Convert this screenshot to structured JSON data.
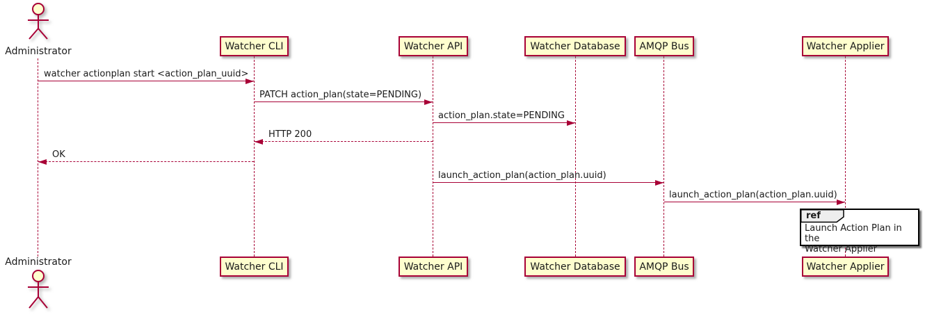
{
  "diagram": {
    "type": "uml-sequence",
    "colors": {
      "accent": "#A80036",
      "participant_fill": "#FEFECE",
      "ref_header_fill": "#EEEEEE",
      "ref_border": "#000000",
      "text": "#1a1a1a"
    },
    "actor": {
      "name": "Administrator"
    },
    "participants": [
      {
        "name": "Watcher CLI"
      },
      {
        "name": "Watcher API"
      },
      {
        "name": "Watcher Database"
      },
      {
        "name": "AMQP Bus"
      },
      {
        "name": "Watcher Applier"
      }
    ],
    "messages": [
      {
        "from": "Administrator",
        "to": "Watcher CLI",
        "style": "solid",
        "direction": "right",
        "label": "watcher actionplan start <action_plan_uuid>"
      },
      {
        "from": "Watcher CLI",
        "to": "Watcher API",
        "style": "solid",
        "direction": "right",
        "label": "PATCH action_plan(state=PENDING)"
      },
      {
        "from": "Watcher API",
        "to": "Watcher Database",
        "style": "solid",
        "direction": "right",
        "label": "action_plan.state=PENDING"
      },
      {
        "from": "Watcher API",
        "to": "Watcher CLI",
        "style": "dashed",
        "direction": "left",
        "label": "HTTP 200"
      },
      {
        "from": "Watcher CLI",
        "to": "Administrator",
        "style": "dashed",
        "direction": "left",
        "label": "OK"
      },
      {
        "from": "Watcher API",
        "to": "AMQP Bus",
        "style": "solid",
        "direction": "right",
        "label": "launch_action_plan(action_plan.uuid)"
      },
      {
        "from": "AMQP Bus",
        "to": "Watcher Applier",
        "style": "solid",
        "direction": "right",
        "label": "launch_action_plan(action_plan.uuid)"
      }
    ],
    "ref": {
      "keyword": "ref",
      "over": "Watcher Applier",
      "text": "Launch Action Plan in the Watcher Applier",
      "text_line1": "Launch Action Plan in the",
      "text_line2": "Watcher Applier"
    }
  }
}
